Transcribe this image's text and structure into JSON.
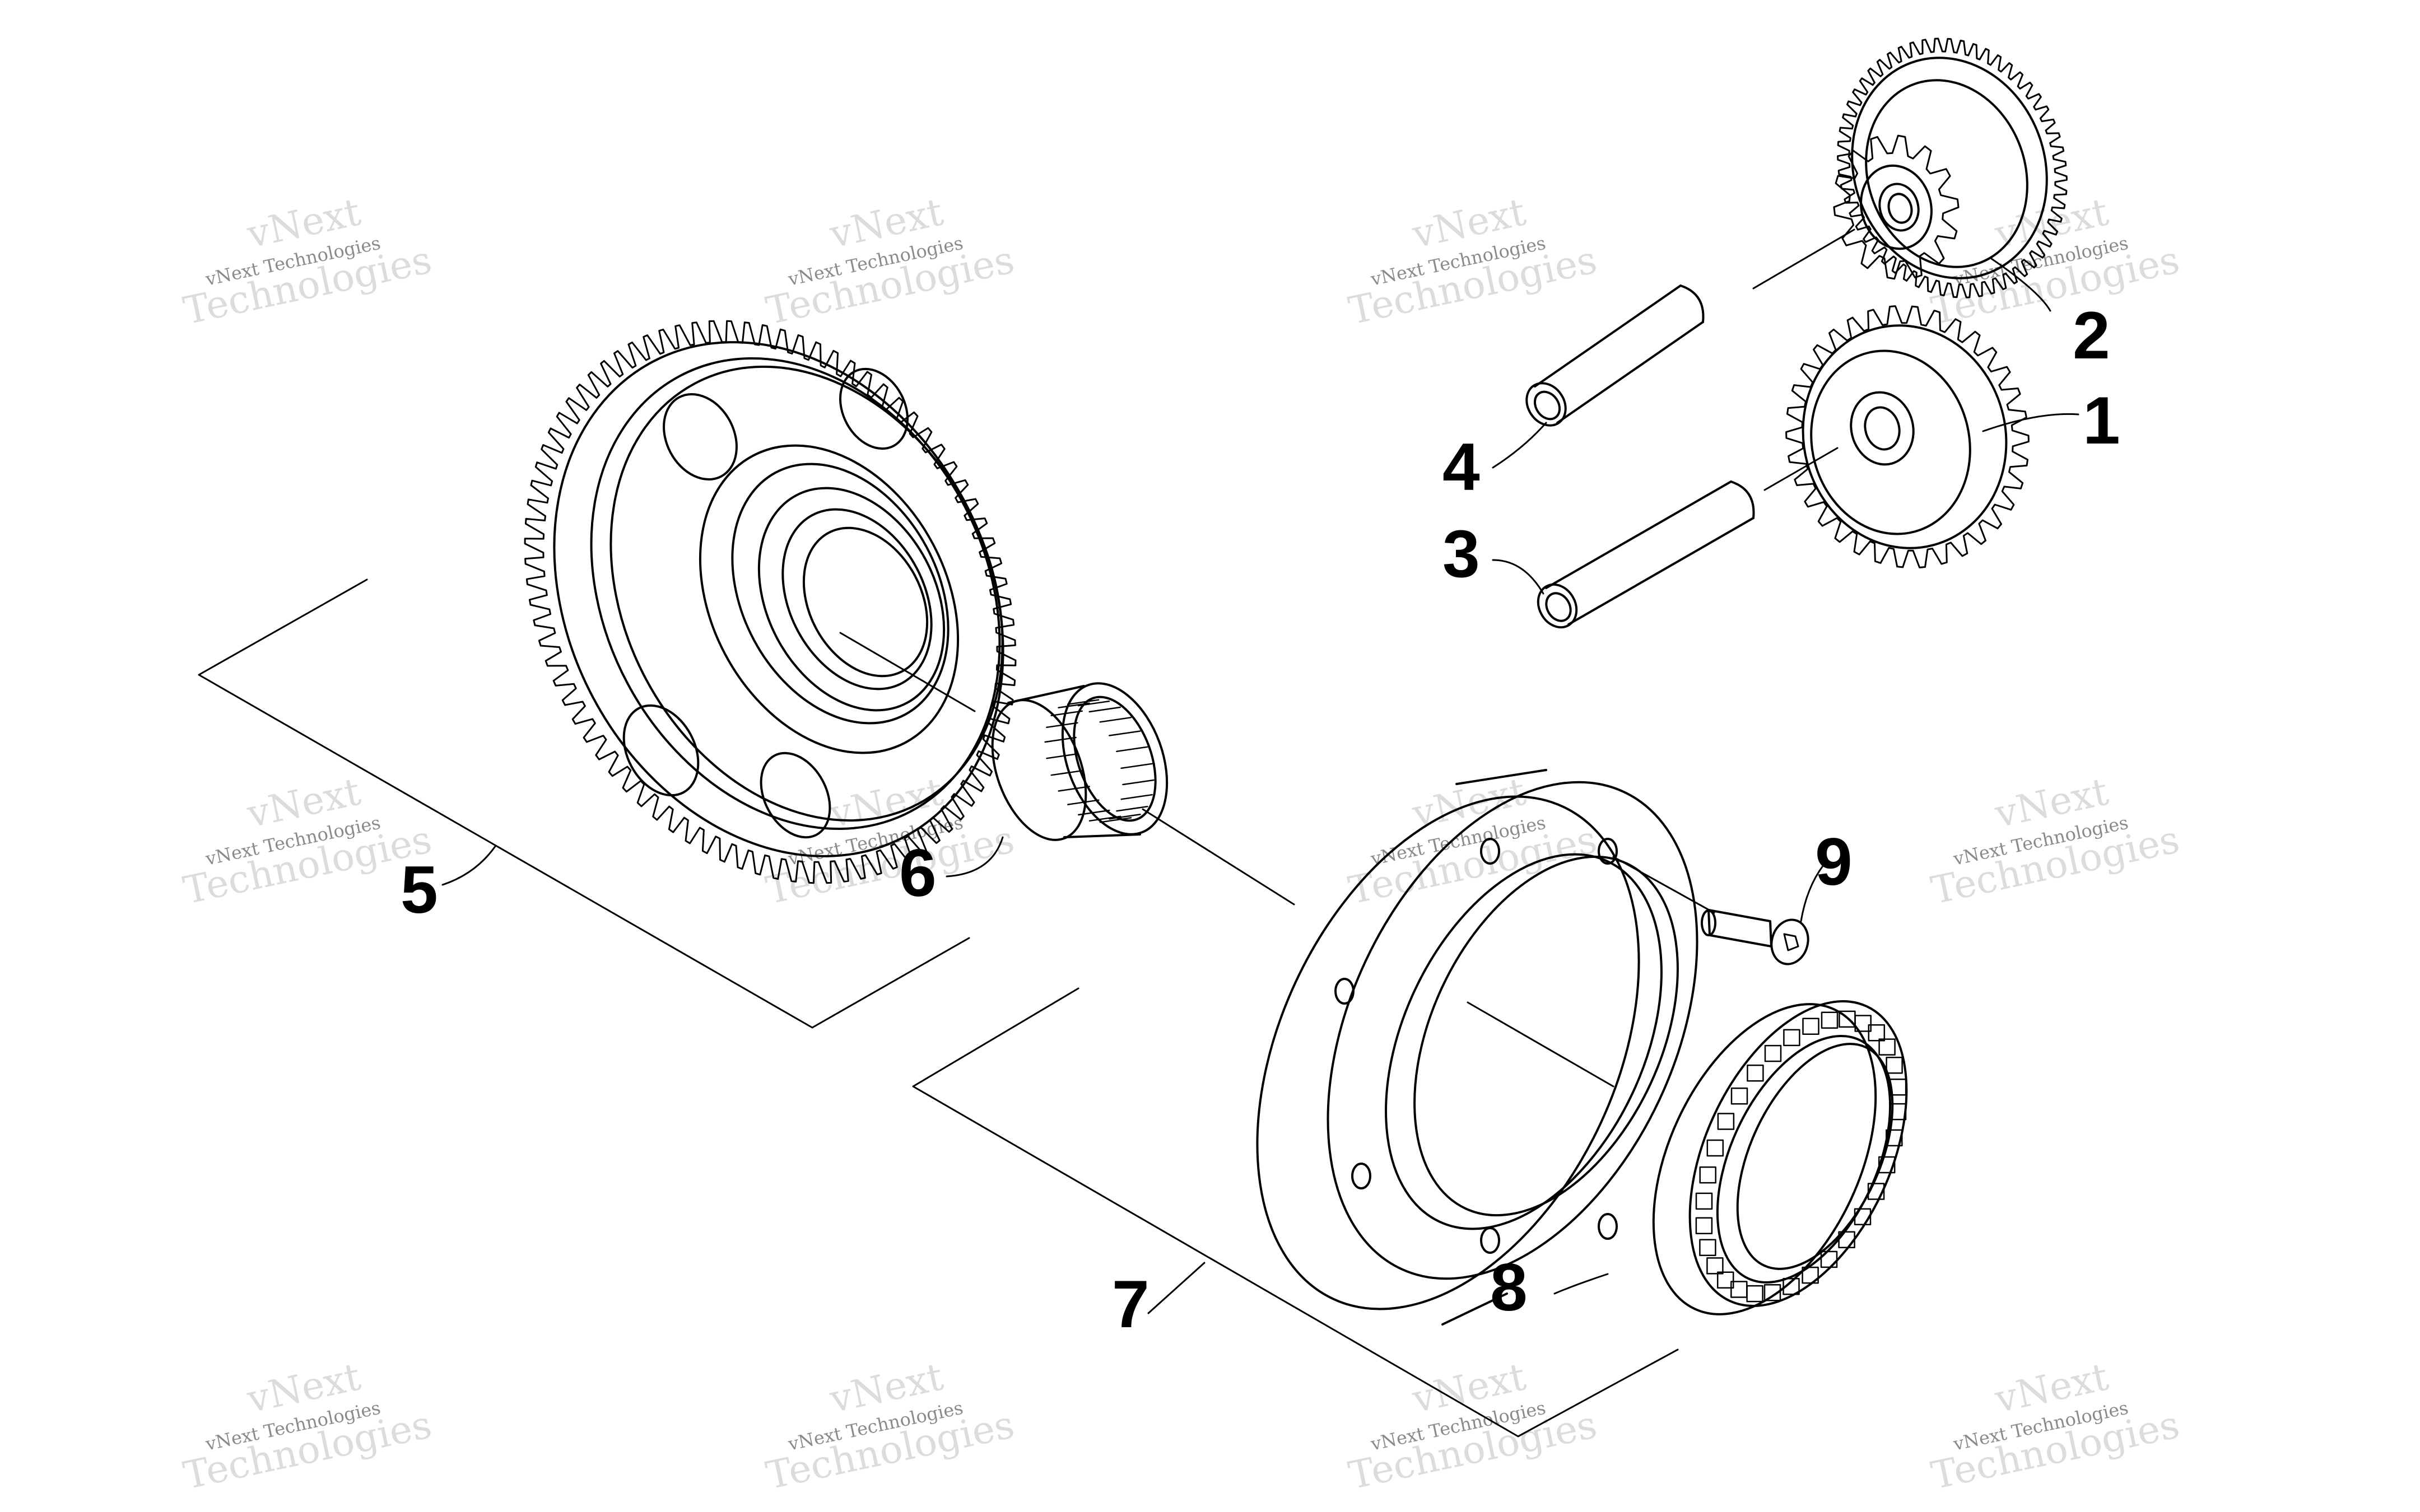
{
  "diagram": {
    "callouts": [
      {
        "id": "1",
        "label": "1"
      },
      {
        "id": "2",
        "label": "2"
      },
      {
        "id": "3",
        "label": "3"
      },
      {
        "id": "4",
        "label": "4"
      },
      {
        "id": "5",
        "label": "5"
      },
      {
        "id": "6",
        "label": "6"
      },
      {
        "id": "7",
        "label": "7"
      },
      {
        "id": "8",
        "label": "8"
      },
      {
        "id": "9",
        "label": "9"
      }
    ],
    "watermark": {
      "line1": "vNext Technologies",
      "line2": "Technologies",
      "tag": "vNext"
    }
  }
}
